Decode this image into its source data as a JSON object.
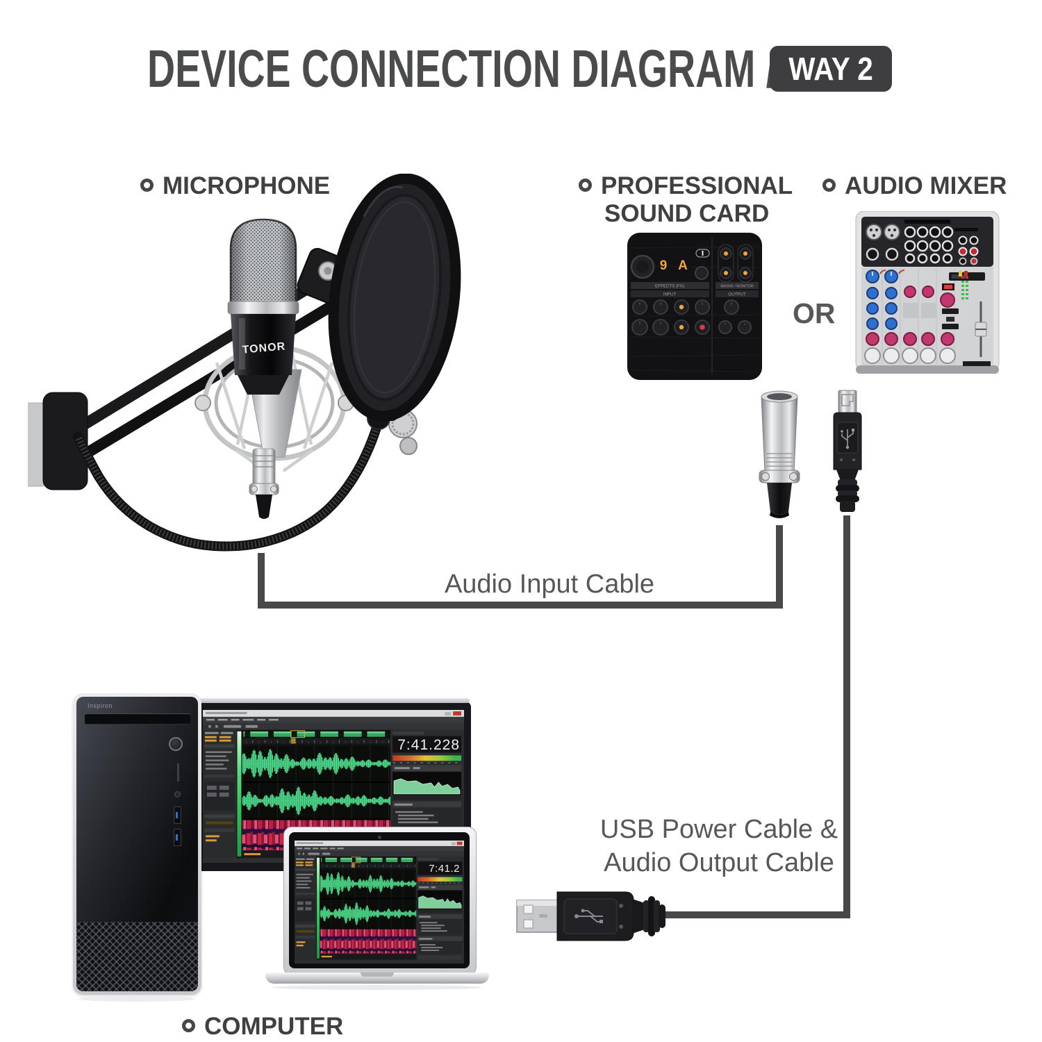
{
  "title": {
    "main": "DEVICE CONNECTION DIAGRAM /",
    "badge": "WAY 2"
  },
  "labels": {
    "microphone": "MICROPHONE",
    "sound_card_line1": "PROFESSIONAL",
    "sound_card_line2": "SOUND CARD",
    "audio_mixer": "AUDIO MIXER",
    "or": "OR",
    "audio_input_cable": "Audio Input Cable",
    "usb_cable_line1": "USB Power Cable &",
    "usb_cable_line2": "Audio Output Cable",
    "computer": "COMPUTER"
  },
  "microphone": {
    "brand": "TONOR"
  },
  "sound_card": {
    "display_left": "9",
    "display_right": "A",
    "panel_labels": {
      "effects": "EFFECTS (FX)",
      "input": "INPUT",
      "mixing": "MIXING / MONITOR",
      "output": "OUTPUT"
    }
  },
  "computer": {
    "tower_brand": "Inspiron",
    "monitor_timer": "7:41.228",
    "laptop_timer": "7:41.2"
  },
  "colors": {
    "label_text": "#3f4042",
    "badge_bg": "#3e3e40",
    "cable": "#48484a",
    "waveform_green": "#4ee08e",
    "led_orange": "#f2a63c",
    "led_red": "#d04040"
  }
}
